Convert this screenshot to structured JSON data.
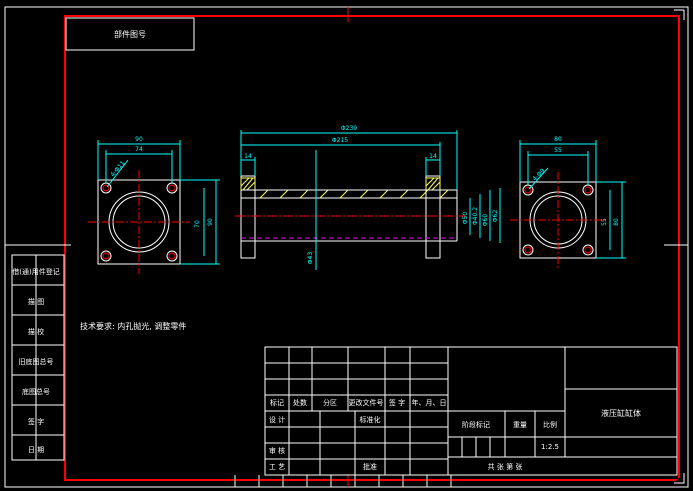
{
  "drawing": {
    "title_block_tab": "部件图号",
    "tech_requirements": "技术要求: 内孔抛光, 调整零件",
    "part_name": "液压缸缸体",
    "scale_value": "1:2.5",
    "sheet_footer": "共 张 第 张",
    "colors": {
      "frame": "#ff0000",
      "outline": "#ffffff",
      "dimension": "#00ffff",
      "hatch": "#ffff66",
      "center": "#ff0000",
      "hidden": "#ff00ff"
    }
  },
  "side_labels": [
    "借(通)用件登记",
    "描 图",
    "描 校",
    "旧底图总号",
    "底图总号",
    "签 字",
    "日 期"
  ],
  "title_block": {
    "row_labels": [
      "标记",
      "处数",
      "分区",
      "更改文件号",
      "签 字",
      "年、月、日"
    ],
    "designer": "设 计",
    "standardize": "标准化",
    "review": "审 核",
    "process": "工 艺",
    "approve": "批准",
    "stage_mark": "阶段标记",
    "weight": "重量",
    "scale": "比例"
  },
  "dimensions": {
    "left_view": {
      "width_outer": "90",
      "width_inner": "74",
      "height_inner": "70",
      "height_outer": "90",
      "hole_note": "4-Φ11"
    },
    "front_view": {
      "overall": "Φ239",
      "inner_length": "Φ215",
      "flange_left": "14",
      "flange_right": "14",
      "dia_a": "Φ50",
      "dia_b": "Φ60",
      "dia_c": "Φ40.2",
      "dia_d": "Φ62",
      "bore": "Φ43"
    },
    "right_view": {
      "width_outer": "80",
      "width_inner": "55",
      "height_inner": "55",
      "height_outer": "80",
      "hole_note": "4-Φ9"
    }
  }
}
